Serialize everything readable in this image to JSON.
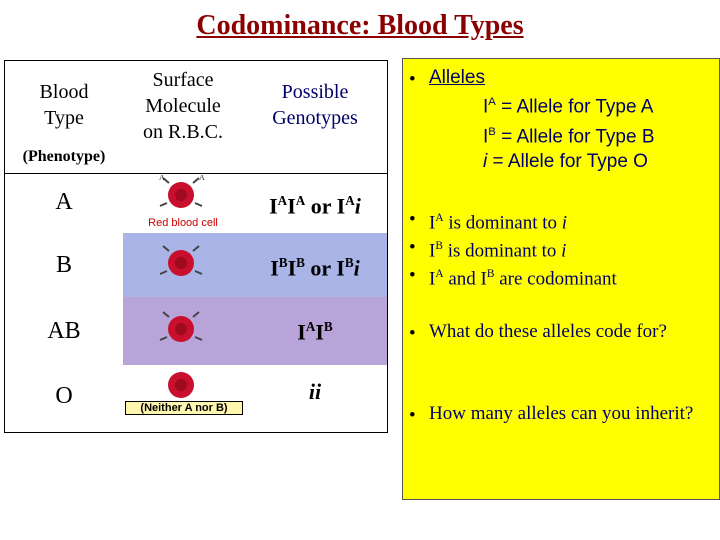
{
  "title": "Codominance:  Blood Types",
  "table": {
    "headers": {
      "blood_type": "Blood\nType",
      "phenotype": "(Phenotype)",
      "surface": "Surface\nMolecule\non R.B.C.",
      "genotypes": "Possible\nGenotypes"
    },
    "rows": [
      {
        "phenotype": "A",
        "cell_label": "Red blood cell",
        "genotype_html": "I<sup>A</sup>I<sup>A</sup> or I<sup>A</sup><i>i</i>"
      },
      {
        "phenotype": "B",
        "cell_label": "",
        "genotype_html": "I<sup>B</sup>I<sup>B</sup> or I<sup>B</sup><i>i</i>"
      },
      {
        "phenotype": "AB",
        "cell_label": "",
        "genotype_html": "I<sup>A</sup>I<sup>B</sup>"
      },
      {
        "phenotype": "O",
        "cell_label": "(Neither A nor B)",
        "genotype_html": "<i>ii</i>"
      }
    ]
  },
  "panel": {
    "alleles_title": "Alleles",
    "allele_lines": [
      "I<sup>A</sup> = Allele for Type A",
      "I<sup>B</sup> = Allele for Type B",
      "<i>i</i>  = Allele for Type O"
    ],
    "dominance": [
      "I<sup>A</sup> is dominant to <i>i</i>",
      "I<sup>B</sup> is dominant to <i>i</i>",
      "I<sup>A</sup> and I<sup>B</sup> are codominant"
    ],
    "question1": "What do these alleles code for?",
    "question2": "How many alleles can you inherit?"
  },
  "colors": {
    "title": "#8b0000",
    "rowA": "#ffffff",
    "rowB": "#aab4e6",
    "rowAB": "#b8a4d8",
    "rowO": "#ffffff",
    "panel": "#ffff00",
    "cell": "#c8102e"
  }
}
